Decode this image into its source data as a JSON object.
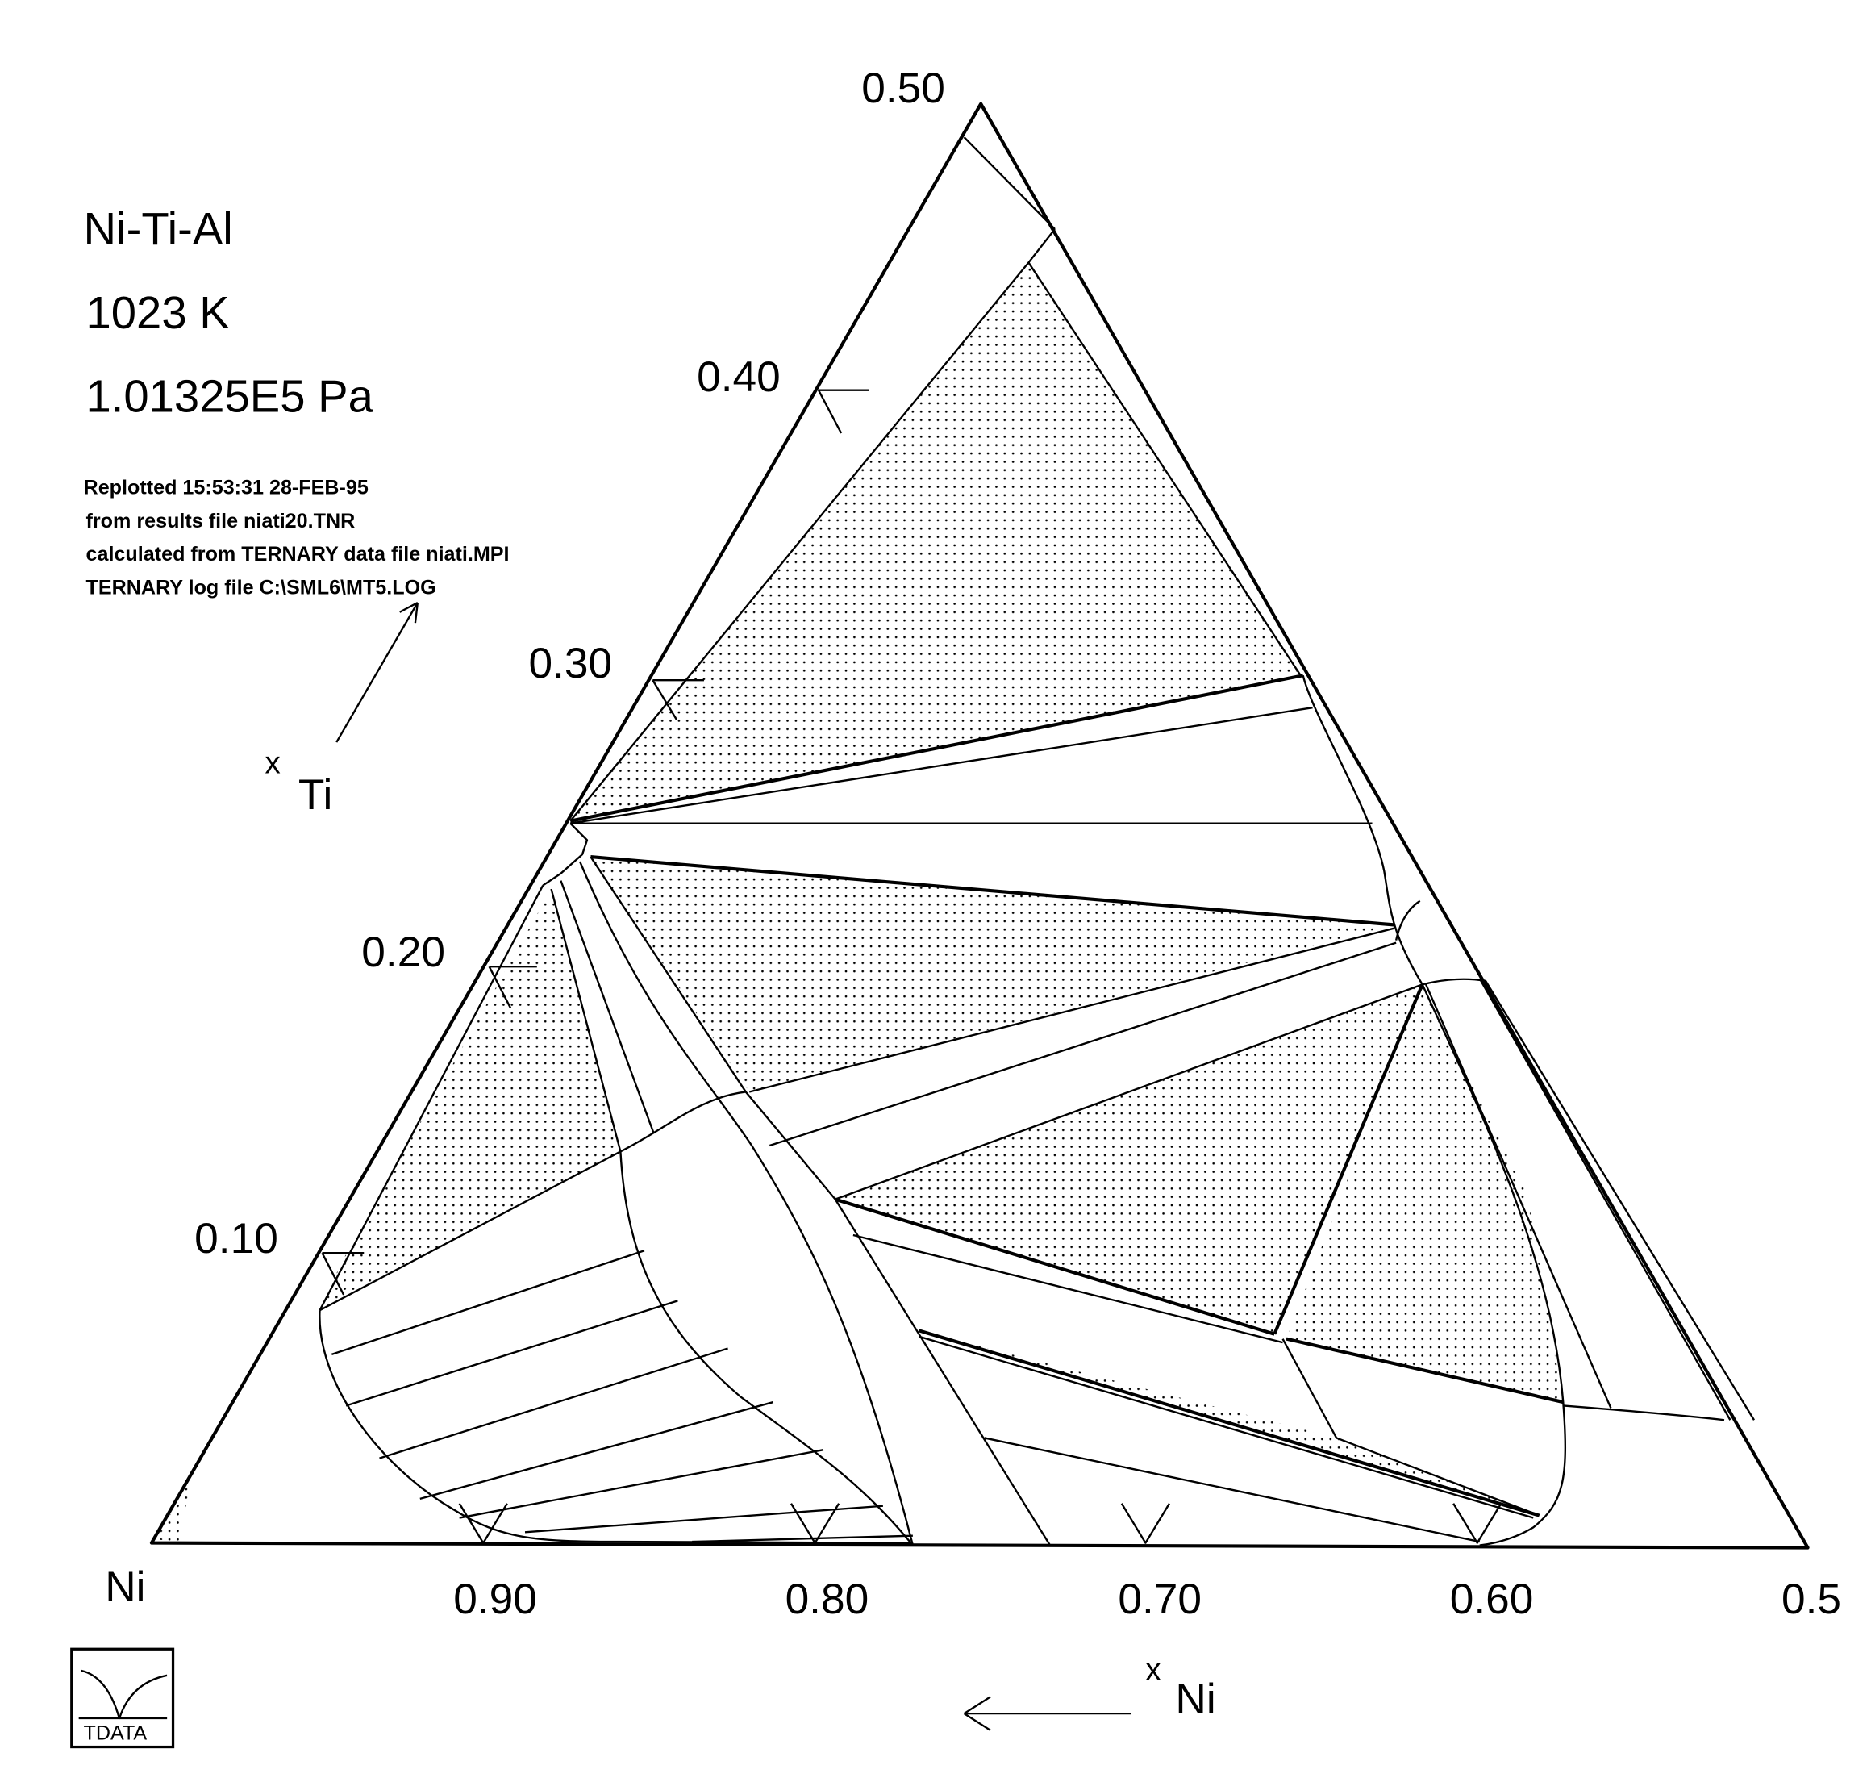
{
  "header": {
    "system": "Ni-Ti-Al",
    "temperature": "1023 K",
    "pressure": "1.01325E5 Pa"
  },
  "info_lines": [
    "Replotted 15:53:31 28-FEB-95",
    "from results file niati20.TNR",
    "calculated from TERNARY data file niati.MPI",
    "TERNARY log file C:\\SML6\\MT5.LOG"
  ],
  "axes": {
    "corner_label": "Ni",
    "ti_axis": {
      "x": "x",
      "element": "Ti",
      "ticks": [
        "0.10",
        "0.20",
        "0.30",
        "0.40",
        "0.50"
      ]
    },
    "ni_axis": {
      "x": "x",
      "element": "Ni",
      "ticks": [
        "0.90",
        "0.80",
        "0.70",
        "0.60",
        "0.5"
      ]
    }
  },
  "logo": {
    "text": "TDATA"
  },
  "colors": {
    "ink": "#000000",
    "paper": "#ffffff"
  }
}
